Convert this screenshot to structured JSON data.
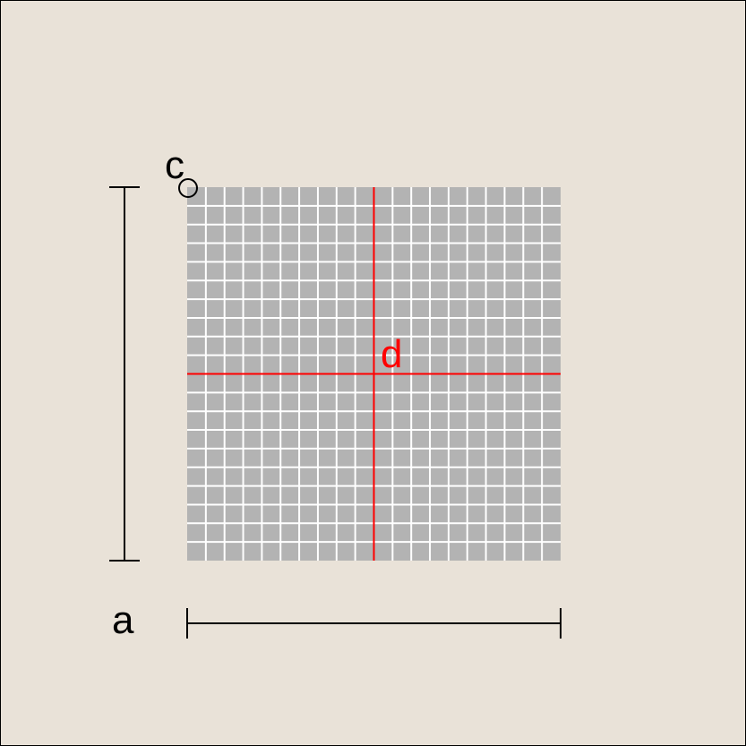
{
  "colors": {
    "background": "#e9e2d8",
    "grid_fill": "#b3b3b3",
    "grid_line": "#ffffff",
    "axis_red": "#ff0000",
    "ink": "#000000"
  },
  "grid": {
    "cells_per_side": 20
  },
  "labels": {
    "a": "a",
    "c": "c",
    "d": "d"
  }
}
